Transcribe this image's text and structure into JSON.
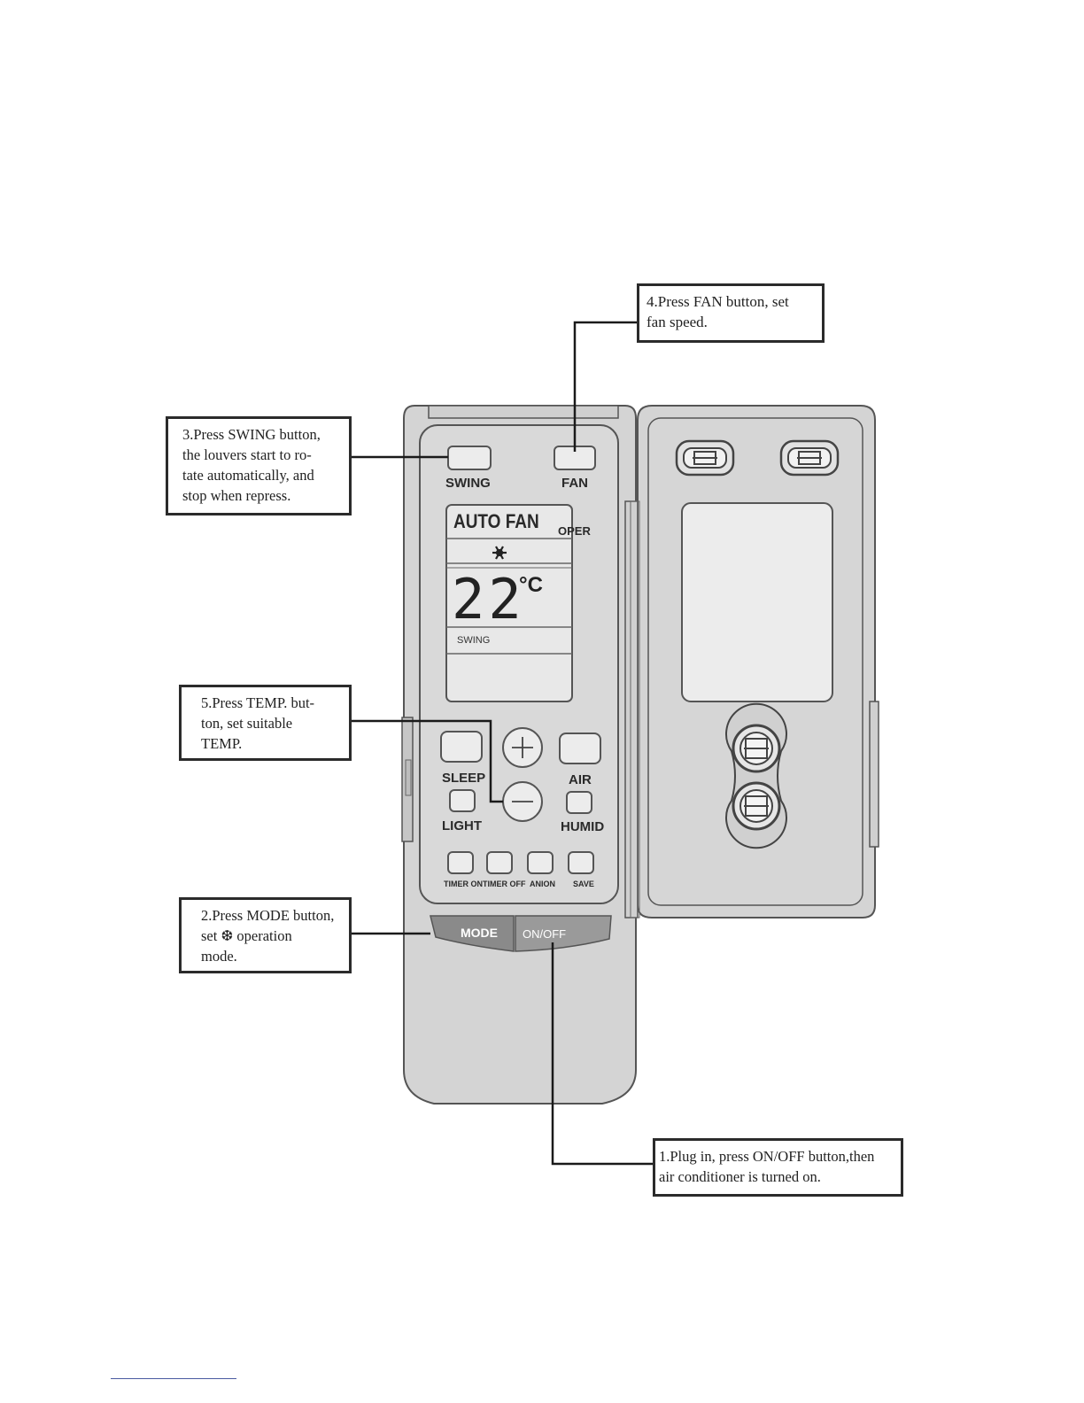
{
  "callouts": {
    "step1": "1.Plug in, press ON/OFF button,then\n    air conditioner is turned on.",
    "step2": "2.Press MODE button,\n   set   ❆   operation\n   mode.",
    "step3": "3.Press SWING button,\n   the louvers start to ro-\n   tate automatically, and\n   stop when repress.",
    "step4": "4.Press FAN button, set\n   fan speed.",
    "step5": "5.Press TEMP. but-\n   ton, set suitable\n   TEMP."
  },
  "remote": {
    "swing_label": "SWING",
    "fan_label": "FAN",
    "sleep_label": "SLEEP",
    "air_label": "AIR",
    "light_label": "LIGHT",
    "humid_label": "HUMID",
    "timer_on_label": "TIMER ON",
    "timer_off_label": "TIMER OFF",
    "anion_label": "ANION",
    "save_label": "SAVE",
    "mode_label": "MODE",
    "onoff_label": "ON/OFF",
    "plus_symbol": "+",
    "minus_symbol": "—"
  },
  "display": {
    "mode_text": "AUTO FAN",
    "oper_text": "OPER",
    "snow_icon": "snowflake-icon",
    "temperature": "22",
    "unit": "°C",
    "swing_text": "SWING"
  },
  "colors": {
    "body": "#d4d4d4",
    "outline": "#555555",
    "screen": "#e8e8e8",
    "mode_bar": "#8a8a8a"
  }
}
